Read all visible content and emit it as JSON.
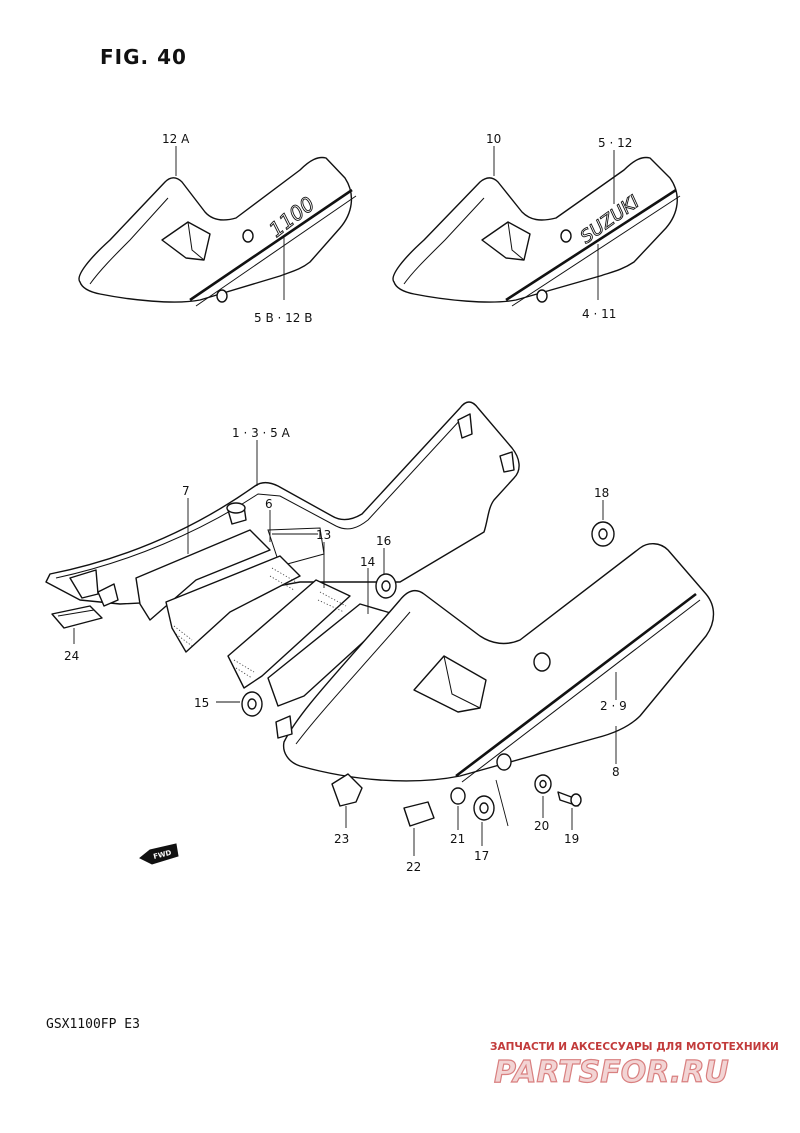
{
  "figure": {
    "title": "FIG. 40",
    "model_code": "GSX1100FP  E3"
  },
  "decals": {
    "model_1100": "1100",
    "brand_suzuki": "SUZUKI"
  },
  "callouts": {
    "c12A": "12 A",
    "c5B12B": "5 B · 12 B",
    "c10": "10",
    "c512": "5 · 12",
    "c411": "4 · 11",
    "c135A": "1 · 3 · 5 A",
    "c7": "7",
    "c6": "6",
    "c13": "13",
    "c16": "16",
    "c14": "14",
    "c18": "18",
    "c24": "24",
    "c15": "15",
    "c29": "2 · 9",
    "c8": "8",
    "c23": "23",
    "c22": "22",
    "c21": "21",
    "c17": "17",
    "c20": "20",
    "c19": "19"
  },
  "fwd_marker": "FWD",
  "watermark": {
    "tagline": "ЗАПЧАСТИ И АКСЕССУАРЫ ДЛЯ МОТОТЕХНИКИ",
    "logo": "PARTSFOR.RU"
  }
}
